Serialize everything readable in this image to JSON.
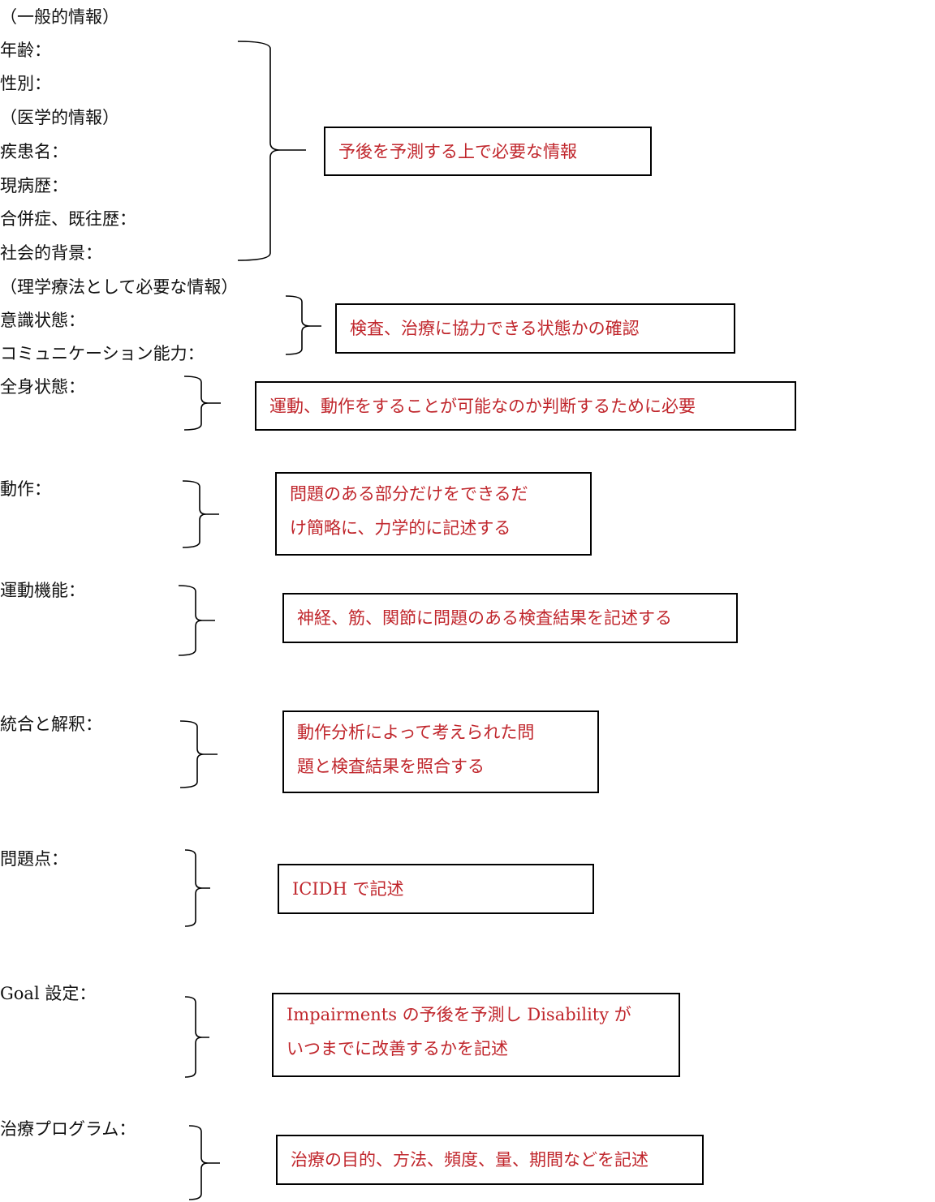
{
  "sections": {
    "general_info_header": "（一般的情報）",
    "medical_info_header": "（医学的情報）",
    "pt_info_header": "（理学療法として必要な情報）"
  },
  "labels": {
    "age": "年齢：",
    "sex": "性別：",
    "diagnosis": "疾患名：",
    "present_history": "現病歴：",
    "comorbidity_past_history": "合併症、既往歴：",
    "social_background": "社会的背景：",
    "consciousness": "意識状態：",
    "communication": "コミュニケーション能力：",
    "general_condition": "全身状態：",
    "movement": "動作：",
    "motor_function": "運動機能：",
    "integration": "統合と解釈：",
    "problems": "問題点：",
    "goal": "Goal 設定：",
    "treatment_program": "治療プログラム："
  },
  "notes": {
    "prognosis_info": [
      "予後を予測する上で必要な情報"
    ],
    "cooperation_check": [
      "検査、治療に協力できる状態かの確認"
    ],
    "activity_feasibility": [
      "運動、動作をすることが可能なのか判断するために必要"
    ],
    "movement_desc": [
      "問題のある部分だけをできるだ",
      "け簡略に、力学的に記述する"
    ],
    "motor_function_desc": [
      "神経、筋、関節に問題のある検査結果を記述する"
    ],
    "integration_desc": [
      "動作分析によって考えられた問",
      "題と検査結果を照合する"
    ],
    "problems_desc": [
      "ICIDH で記述"
    ],
    "goal_desc": [
      "Impairments の予後を予測し Disability が",
      "いつまでに改善するかを記述"
    ],
    "treatment_desc": [
      "治療の目的、方法、頻度、量、期間などを記述"
    ]
  },
  "colors": {
    "note_text": "#c0262c",
    "label_text": "#111111",
    "box_border": "#000000"
  }
}
